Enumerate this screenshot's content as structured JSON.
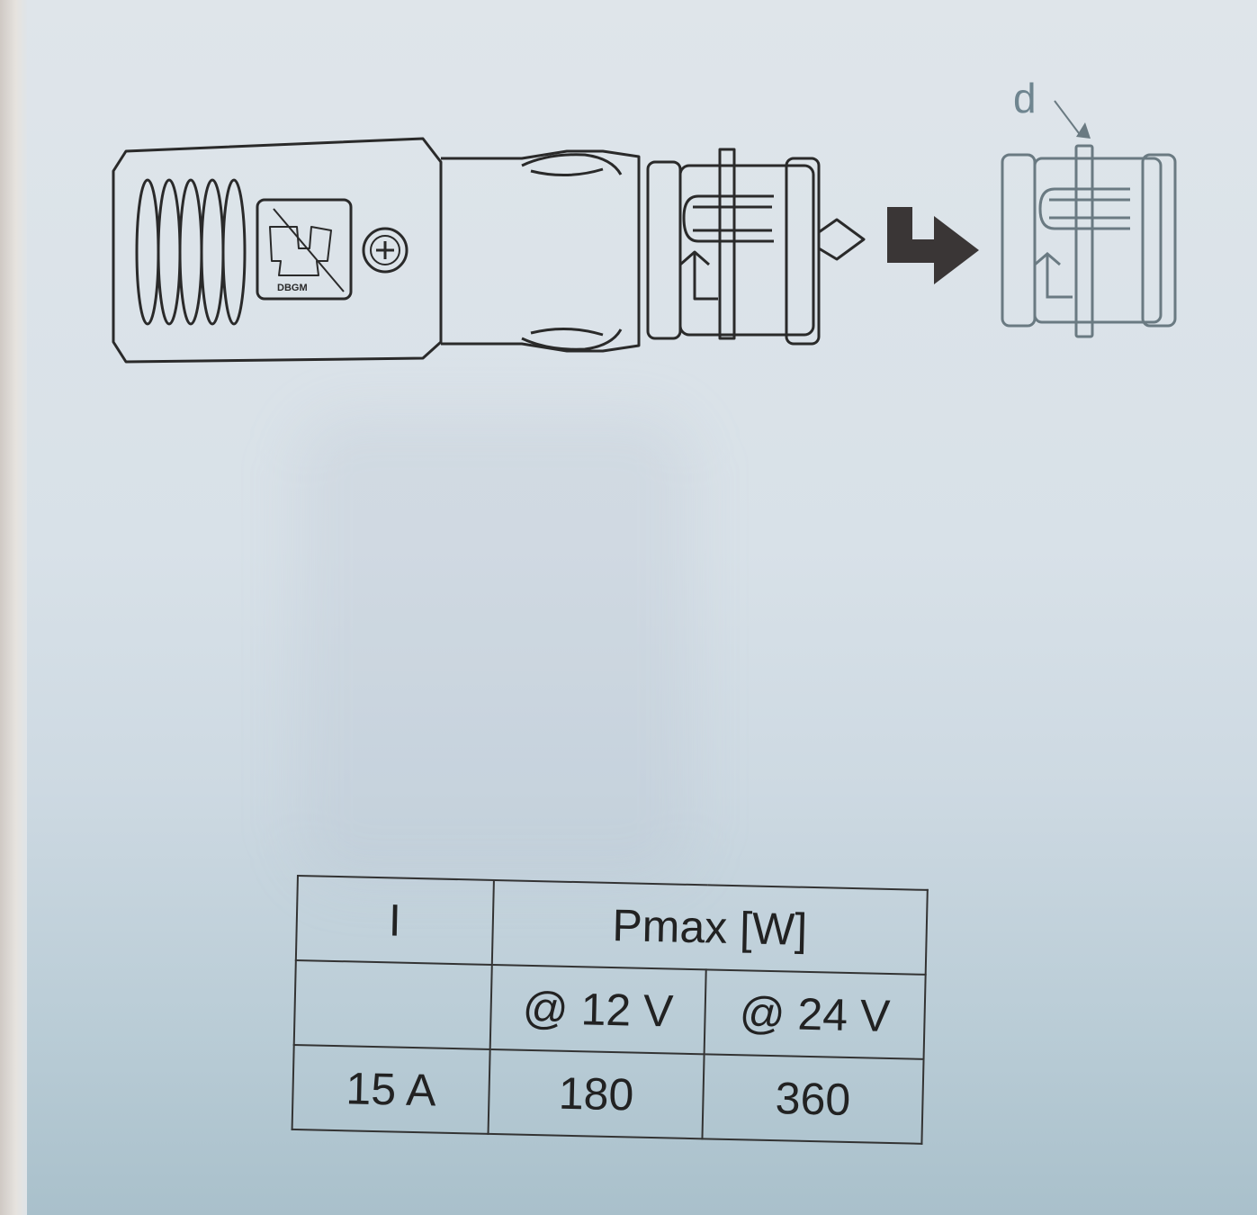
{
  "illustration": {
    "logo_text": "DBGM",
    "detail_label": "d",
    "colors": {
      "line": "#2a2a2a",
      "arrow": "#3a3636",
      "detail_line": "#6a7a82"
    }
  },
  "table": {
    "header": {
      "current": "I",
      "power": "Pmax [W]"
    },
    "subheader": {
      "col_12v": "@ 12 V",
      "col_24v": "@ 24 V"
    },
    "rows": [
      {
        "current": "15 A",
        "p12": "180",
        "p24": "360"
      }
    ]
  }
}
